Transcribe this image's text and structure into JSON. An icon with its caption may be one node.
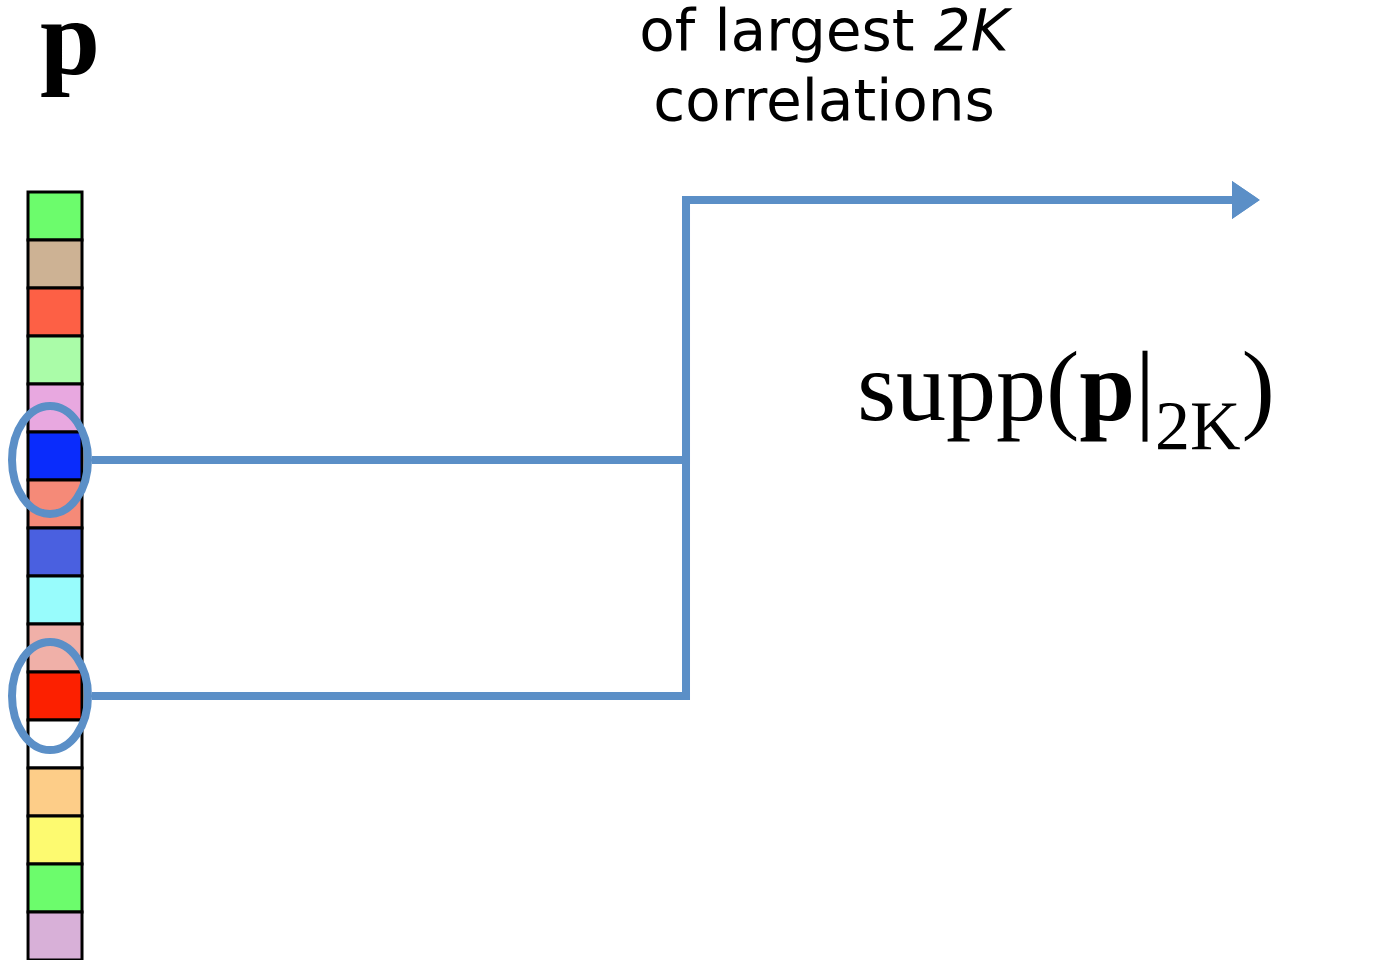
{
  "diagram": {
    "nodes": [
      {
        "text": [],
        "shape": "circle"
      },
      {
        "text": [],
        "shape": "circle"
      }
    ],
    "edges": [
      {
        "from": 0,
        "to": null,
        "arrow": "to"
      },
      {
        "from": 1,
        "to": null,
        "arrow": "to"
      }
    ],
    "labels": [
      "p",
      "of largest *2K* correlations",
      "supp(**p**|$_{2K}$)"
    ]
  }
}
